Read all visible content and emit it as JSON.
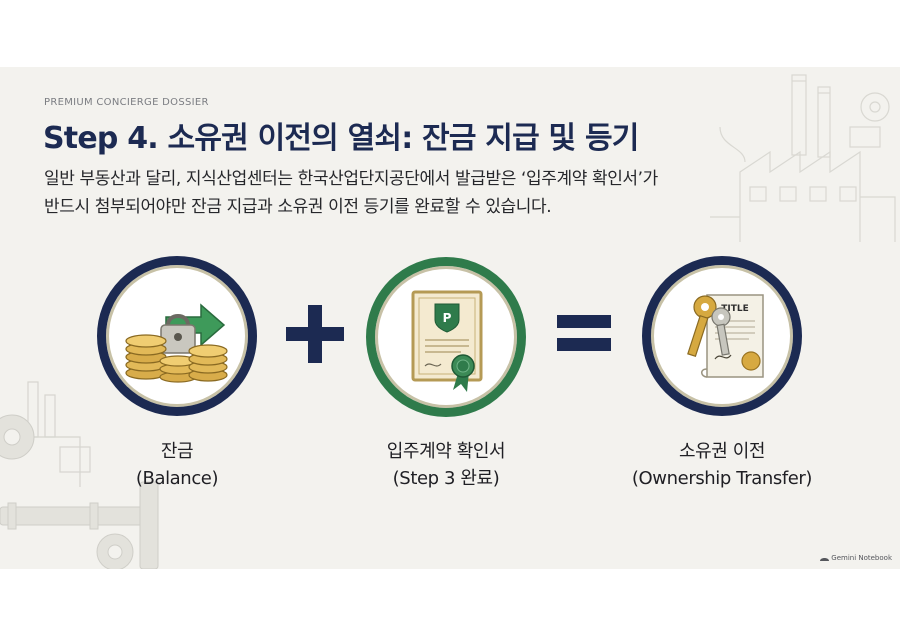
{
  "header": {
    "eyebrow": "PREMIUM CONCIERGE DOSSIER",
    "title": "Step 4. 소유권 이전의 열쇠: 잔금 지급 및 등기"
  },
  "description": {
    "line1": "일반 부동산과 달리, 지식산업센터는 한국산업단지공단에서 발급받은 ‘입주계약 확인서’가",
    "line2": "반드시 첨부되어야만 잔금 지급과 소유권 이전 등기를 완료할 수 있습니다."
  },
  "equation": {
    "items": [
      {
        "icon": "coins-lock-arrow-icon",
        "label_line1": "잔금",
        "label_line2": "(Balance)"
      },
      {
        "icon": "certificate-seal-icon",
        "label_line1": "입주계약 확인서",
        "label_line2": "(Step 3 완료)"
      },
      {
        "icon": "keys-title-deed-icon",
        "label_line1": "소유권 이전",
        "label_line2": "(Ownership Transfer)"
      }
    ],
    "operator_plus": "plus-icon",
    "operator_equals": "equals-icon",
    "certificate_mark": "P",
    "deed_title": "TITLE"
  },
  "watermark": {
    "text": "Gemini Notebook"
  },
  "colors": {
    "navy": "#1c2a52",
    "green": "#2f7b4b",
    "gold": "#c7c1a6",
    "background": "#f3f2ee"
  }
}
